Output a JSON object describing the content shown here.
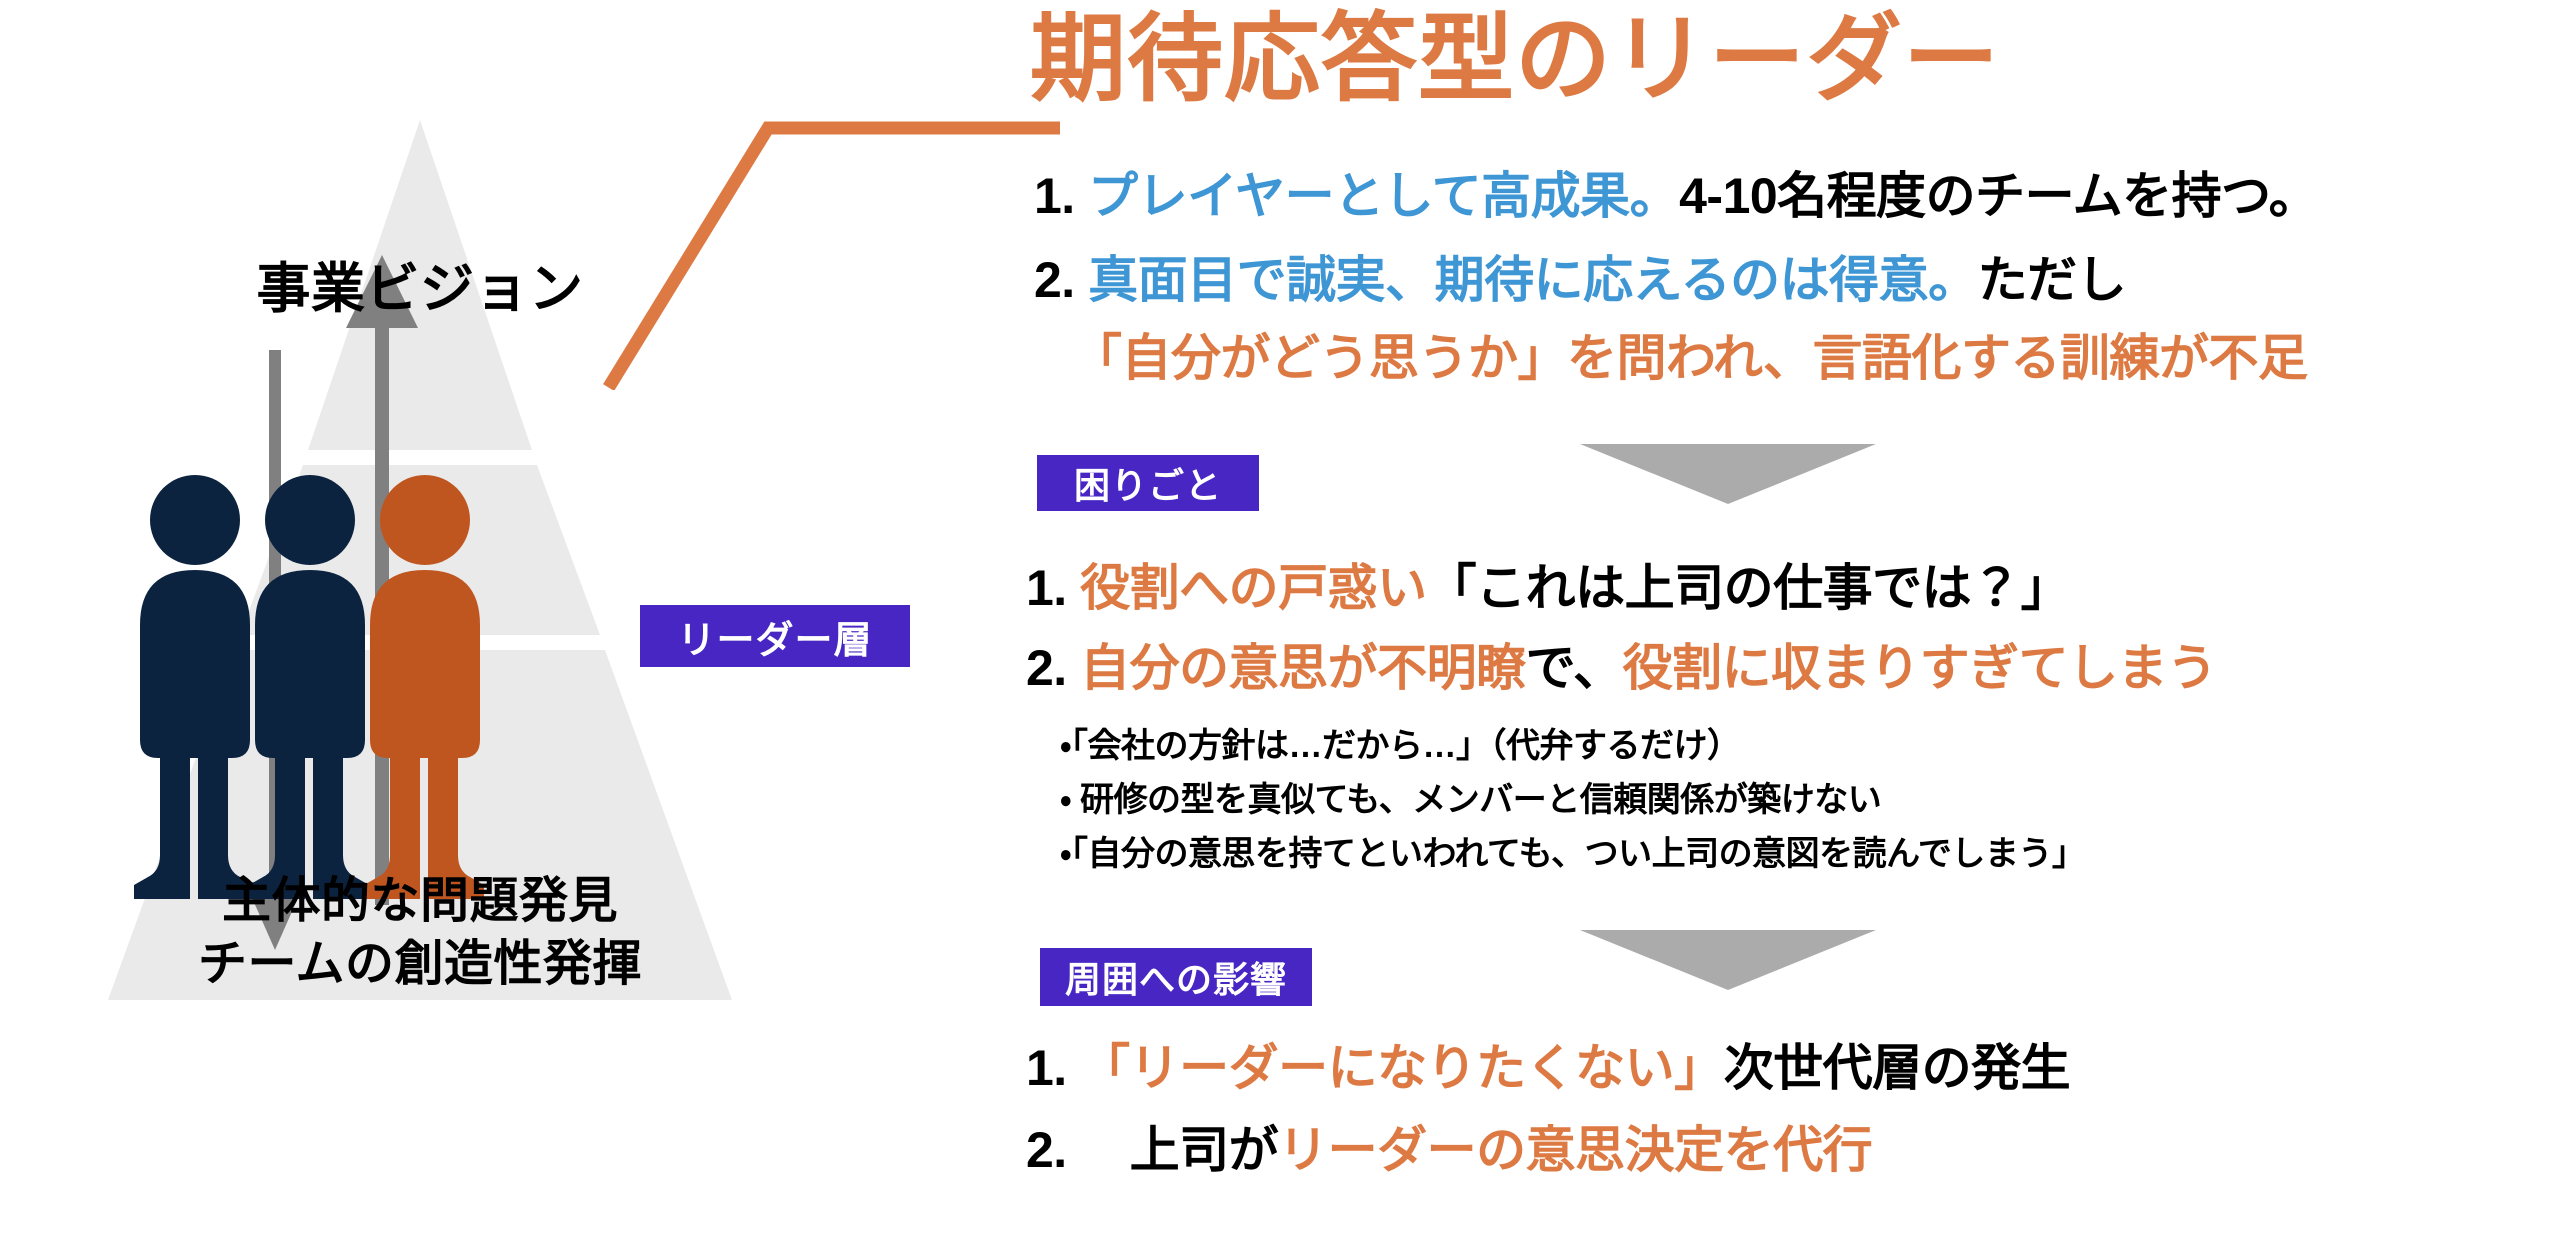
{
  "title": "期待応答型のリーダー",
  "colors": {
    "orange": "#DD7A43",
    "blue": "#3E96D4",
    "purple": "#4726C4",
    "navy": "#0C2340",
    "figure_orange": "#BF5620",
    "gray_arrow": "#808080",
    "pyramid_fill": "#EAEAEA",
    "black": "#000000"
  },
  "pyramid": {
    "vision_label": "事業ビジョン",
    "leader_tier_badge": "リーダー層",
    "base_label_line1": "主体的な問題発見",
    "base_label_line2": "チームの創造性発揮",
    "figures": [
      {
        "name": "member-figure-1",
        "color": "navy"
      },
      {
        "name": "member-figure-2",
        "color": "navy"
      },
      {
        "name": "leader-figure",
        "color": "orange"
      }
    ],
    "arrows": [
      {
        "name": "downward-arrow",
        "direction": "down"
      },
      {
        "name": "upward-arrow",
        "direction": "up"
      }
    ]
  },
  "intro": {
    "item1": {
      "marker": "1.",
      "segments": [
        {
          "text": "プレイヤーとして高成果。",
          "color": "blue"
        },
        {
          "text": "4-10名程度のチームを持つ。",
          "color": "black"
        }
      ]
    },
    "item2": {
      "marker": "2.",
      "segments": [
        {
          "text": "真面目で誠実、期待に応えるのは得意。",
          "color": "blue"
        },
        {
          "text": "ただし",
          "color": "black"
        }
      ]
    },
    "item3": {
      "marker": "",
      "segments": [
        {
          "text": "「自分がどう思うか」を問われ、言語化する訓練が不足",
          "color": "orange"
        }
      ]
    }
  },
  "trouble": {
    "badge": "困りごと",
    "item1": {
      "marker": "1.",
      "segments": [
        {
          "text": "役割への戸惑い",
          "color": "orange"
        },
        {
          "text": "「これは上司の仕事では？」",
          "color": "black"
        }
      ]
    },
    "item2": {
      "marker": "2.",
      "segments": [
        {
          "text": "自分の意思が不明瞭",
          "color": "orange"
        },
        {
          "text": "で、",
          "color": "black"
        },
        {
          "text": "役割に収まりすぎてしまう",
          "color": "orange"
        }
      ]
    },
    "sub1": "・「会社の方針は…だから…」（代弁するだけ）",
    "sub2": "・ 研修の型を真似ても、メンバーと信頼関係が築けない",
    "sub3": "・「自分の意思を持てといわれても、つい上司の意図を読んでしまう」"
  },
  "impact": {
    "badge": "周囲への影響",
    "item1": {
      "marker": "1.",
      "segments": [
        {
          "text": "「リーダーになりたくない」",
          "color": "orange"
        },
        {
          "text": "次世代層の発生",
          "color": "black"
        }
      ]
    },
    "item2": {
      "marker": "2.",
      "segments": [
        {
          "text": "　上司が",
          "color": "black"
        },
        {
          "text": "リーダーの意思決定を代行",
          "color": "orange"
        }
      ]
    }
  }
}
